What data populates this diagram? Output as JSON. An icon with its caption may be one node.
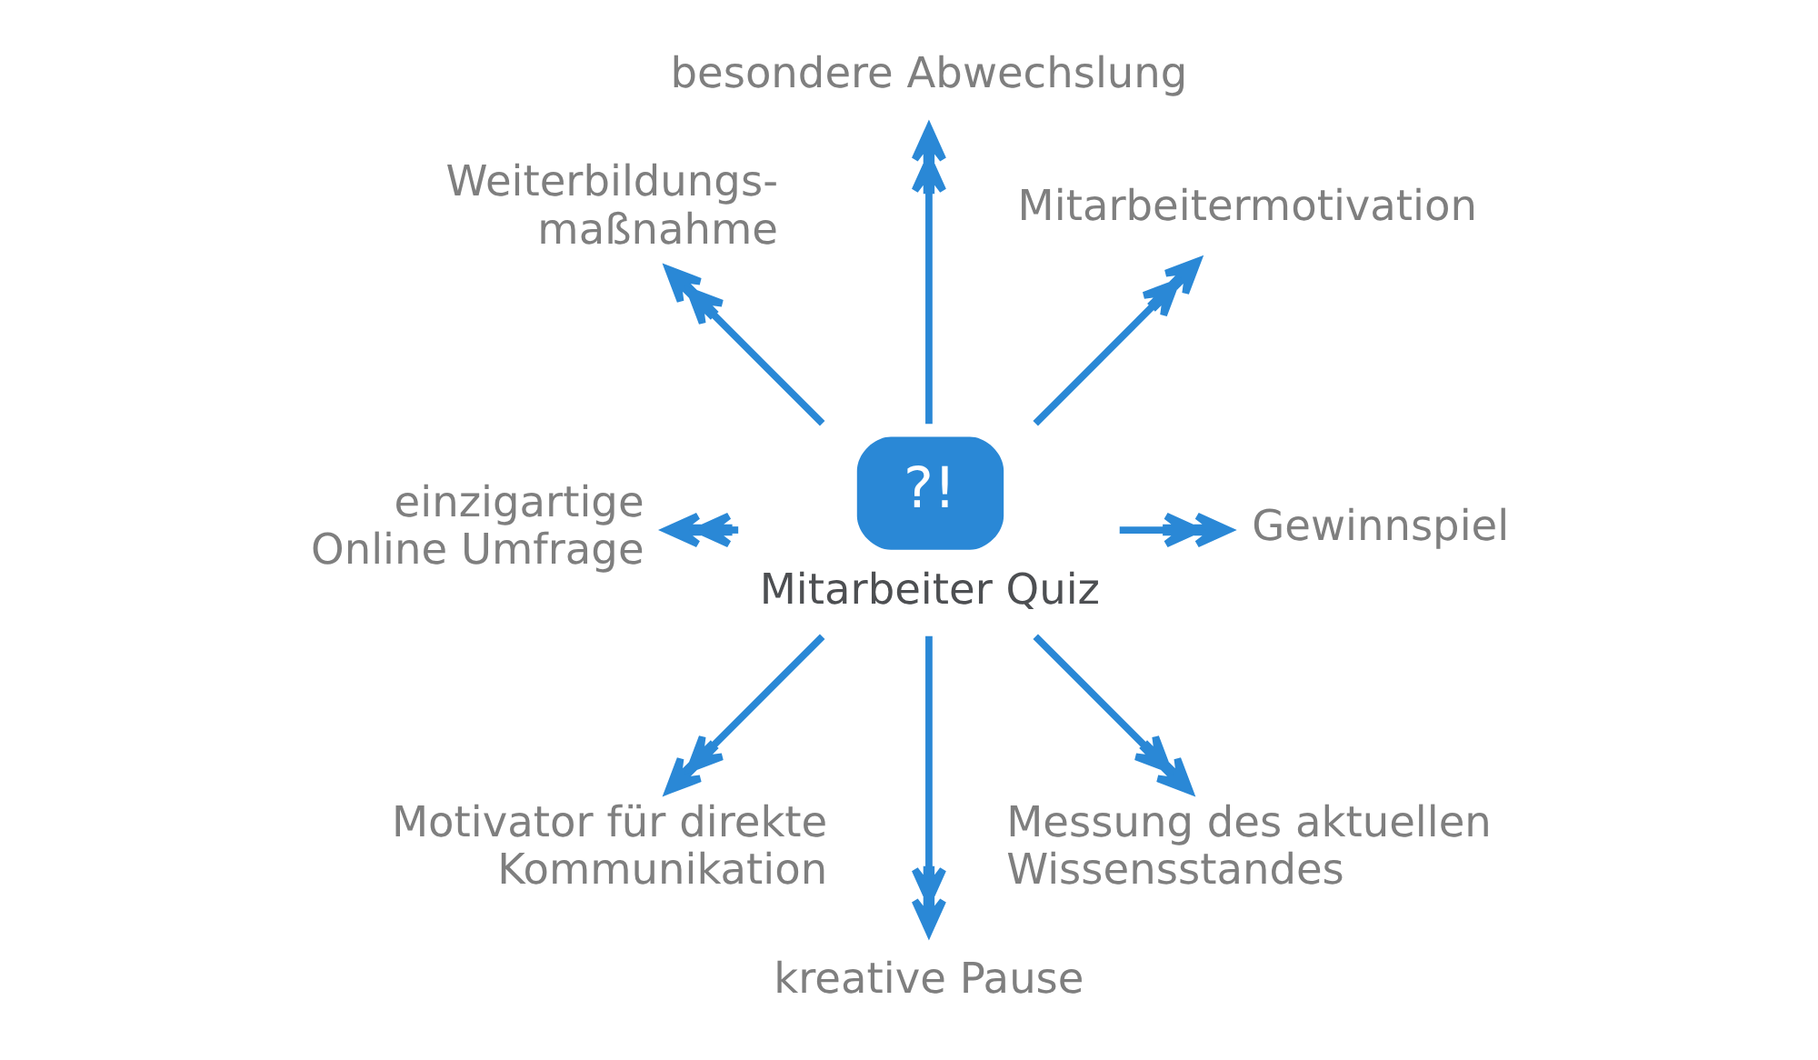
{
  "diagram": {
    "nodes": [
      {
        "text": [
          "besondere Abwechslung"
        ]
      },
      {
        "text": [
          "Weiterbildungs- maßnahme"
        ]
      },
      {
        "text": [
          "Mitarbeitermotivation"
        ]
      },
      {
        "text": [
          "?!",
          "Mitarbeiter Quiz"
        ]
      },
      {
        "text": [
          "einzigartige Online Umfrage"
        ]
      },
      {
        "text": [
          "Gewinnspiel"
        ]
      },
      {
        "text": [
          "Motivator für direkte Kommunikation"
        ]
      },
      {
        "text": [
          "Messung des aktuellen Wissensstandes"
        ]
      },
      {
        "text": [
          "kreative Pause"
        ]
      }
    ],
    "edges": [
      {
        "from": 3,
        "to": 5,
        "arrow": "to"
      },
      {
        "from": 3,
        "to": 2,
        "arrow": "to"
      },
      {
        "from": 3,
        "to": 0,
        "arrow": "to"
      },
      {
        "from": 3,
        "to": 1,
        "arrow": "to"
      },
      {
        "from": 3,
        "to": 4,
        "arrow": "to"
      },
      {
        "from": 3,
        "to": 6,
        "arrow": "to"
      },
      {
        "from": 3,
        "to": 8,
        "arrow": "to"
      },
      {
        "from": 3,
        "to": 7,
        "arrow": "to"
      }
    ]
  }
}
